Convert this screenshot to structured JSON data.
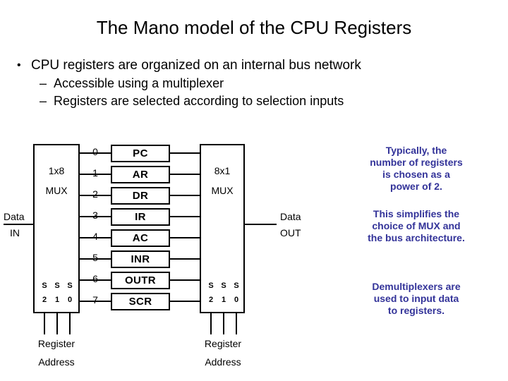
{
  "slide": {
    "title": "The Mano model of the CPU Registers",
    "bullets": {
      "bullet_marker": "•",
      "dash_marker": "–",
      "level1": "CPU registers are organized on an internal bus network",
      "level2": [
        "Accessible using a multiplexer",
        "Registers are selected according to selection inputs"
      ]
    }
  },
  "diagram": {
    "left_mux": {
      "type_label": "1x8",
      "name_label": "MUX",
      "select_letters": [
        "S",
        "S",
        "S"
      ],
      "select_numbers": [
        "2",
        "1",
        "0"
      ],
      "caption_line1": "Register",
      "caption_line2": "Address"
    },
    "right_mux": {
      "type_label": "8x1",
      "name_label": "MUX",
      "select_letters": [
        "S",
        "S",
        "S"
      ],
      "select_numbers": [
        "2",
        "1",
        "0"
      ],
      "caption_line1": "Register",
      "caption_line2": "Address"
    },
    "data_in": {
      "line1": "Data",
      "line2": "IN"
    },
    "data_out": {
      "line1": "Data",
      "line2": "OUT"
    },
    "port_indices": [
      "0",
      "1",
      "2",
      "3",
      "4",
      "5",
      "6",
      "7"
    ],
    "registers": [
      "PC",
      "AR",
      "DR",
      "IR",
      "AC",
      "INR",
      "OUTR",
      "SCR"
    ]
  },
  "notes": [
    "Typically, the\nnumber of registers\nis chosen as a\npower of 2.",
    "This simplifies the\nchoice of MUX and\nthe bus architecture.",
    "Demultiplexers are\nused to input data\nto registers."
  ],
  "colors": {
    "note_text": "#333399",
    "diagram_line": "#000000",
    "background": "#FFFFFF"
  }
}
